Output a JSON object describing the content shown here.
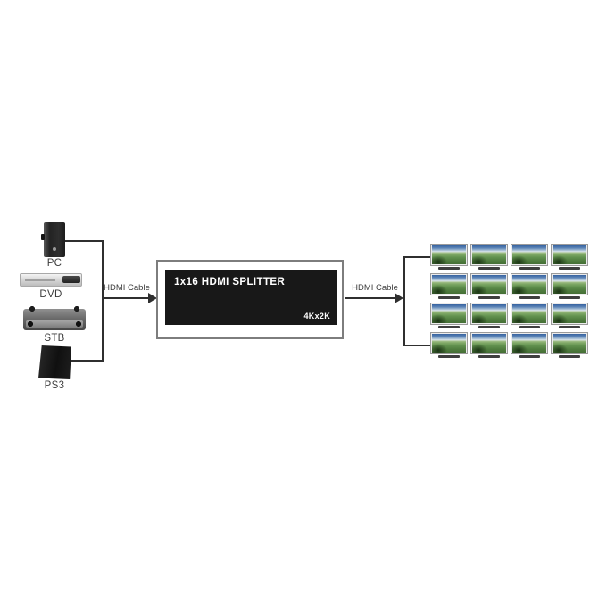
{
  "diagram": {
    "title_semantic": "1x16 HDMI splitter connection diagram",
    "sources": [
      {
        "id": "pc",
        "label": "PC",
        "icon": "pc-tower-icon"
      },
      {
        "id": "dvd",
        "label": "DVD",
        "icon": "dvd-player-icon"
      },
      {
        "id": "stb",
        "label": "STB",
        "icon": "set-top-box-icon"
      },
      {
        "id": "ps3",
        "label": "PS3",
        "icon": "ps3-console-icon"
      }
    ],
    "cables": {
      "input_label": "HDMI Cable",
      "output_label": "HDMI Cable"
    },
    "splitter": {
      "title": "1x16 HDMI SPLITTER",
      "badge": "4Kx2K"
    },
    "outputs": {
      "count": 16,
      "rows": 4,
      "cols": 4,
      "screen_content": "grass-field-with-sky"
    },
    "colors": {
      "line": "#2f2f2f",
      "splitter_bg": "#181818",
      "splitter_text": "#ffffff",
      "screen_sky": "#35619f",
      "screen_grass": "#639350"
    }
  }
}
